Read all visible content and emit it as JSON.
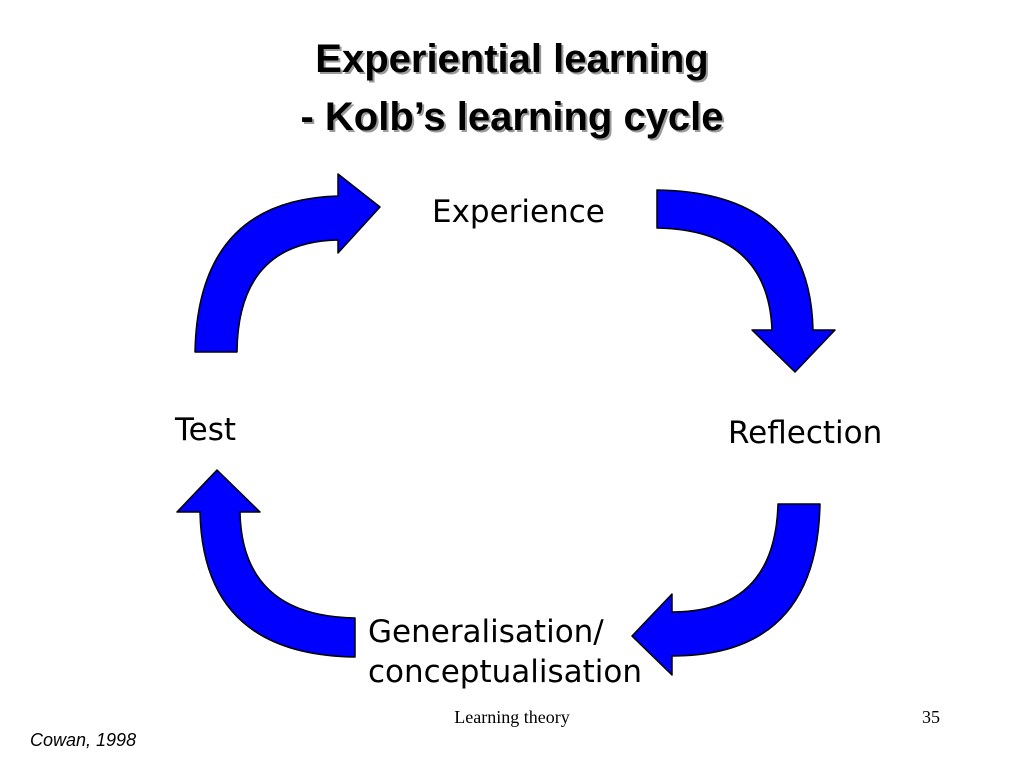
{
  "slide": {
    "title_line1": "Experiential learning",
    "title_line2": "- Kolb’s learning cycle",
    "nodes": {
      "experience": "Experience",
      "reflection": "Reflection",
      "generalisation_line1": "Generalisation/",
      "generalisation_line2": "conceptualisation",
      "test": "Test"
    },
    "footer_text": "Learning theory",
    "page_number": "35",
    "citation": "Cowan, 1998"
  },
  "colors": {
    "arrow_fill": "#0000ff",
    "arrow_stroke": "#000000",
    "text": "#000000",
    "background": "#ffffff"
  },
  "icons": {
    "arrow_top_left": "curved-arrow-right-icon",
    "arrow_top_right": "curved-arrow-down-icon",
    "arrow_bottom_right": "curved-arrow-left-icon",
    "arrow_bottom_left": "curved-arrow-up-icon"
  }
}
